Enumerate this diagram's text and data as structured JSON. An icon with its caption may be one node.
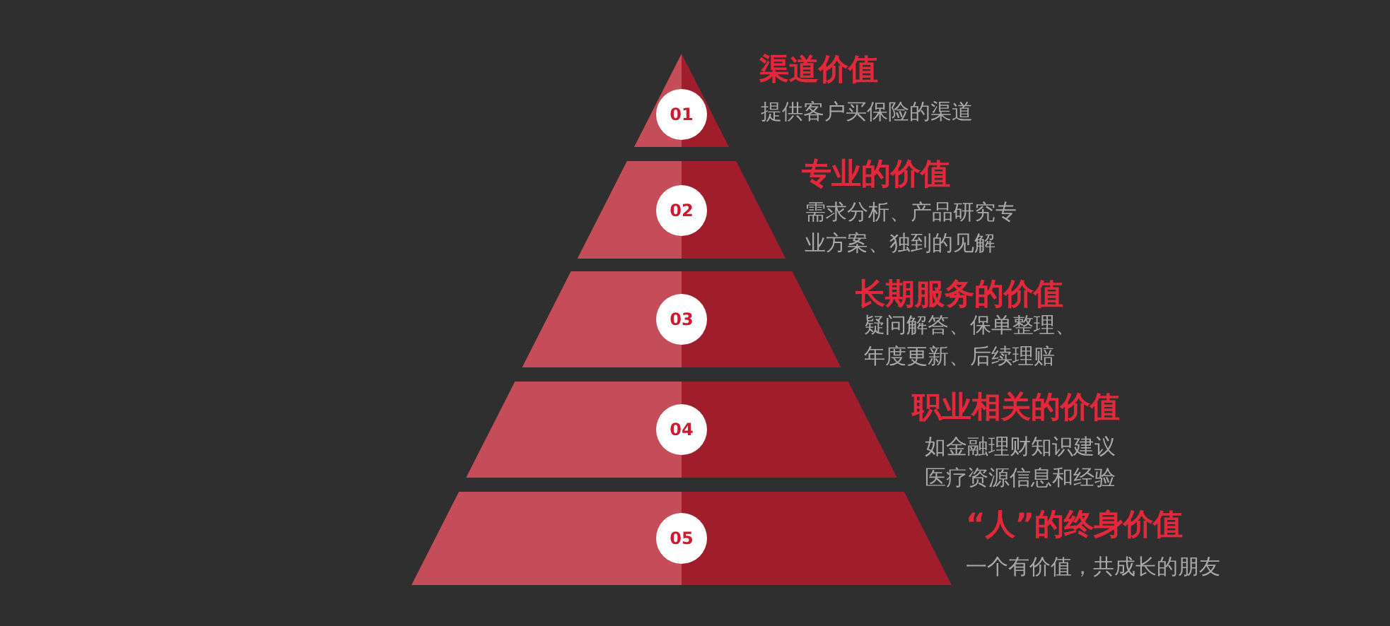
{
  "diagram": {
    "nodes": [
      {
        "text": [
          "01",
          "渠道价值",
          "提供客户买保险的渠道"
        ]
      },
      {
        "text": [
          "02",
          "专业的价值",
          "需求分析、产品研究专业方案、独到的见解"
        ]
      },
      {
        "text": [
          "03",
          "长期服务的价值",
          "疑问解答、保单整理、年度更新、后续理赔"
        ]
      },
      {
        "text": [
          "04",
          "职业相关的价值",
          "如金融理财知识建议医疗资源信息和经验"
        ]
      },
      {
        "text": [
          "05",
          "“人”的终身价值",
          "一个有价值，共成长的朋友"
        ]
      }
    ]
  }
}
